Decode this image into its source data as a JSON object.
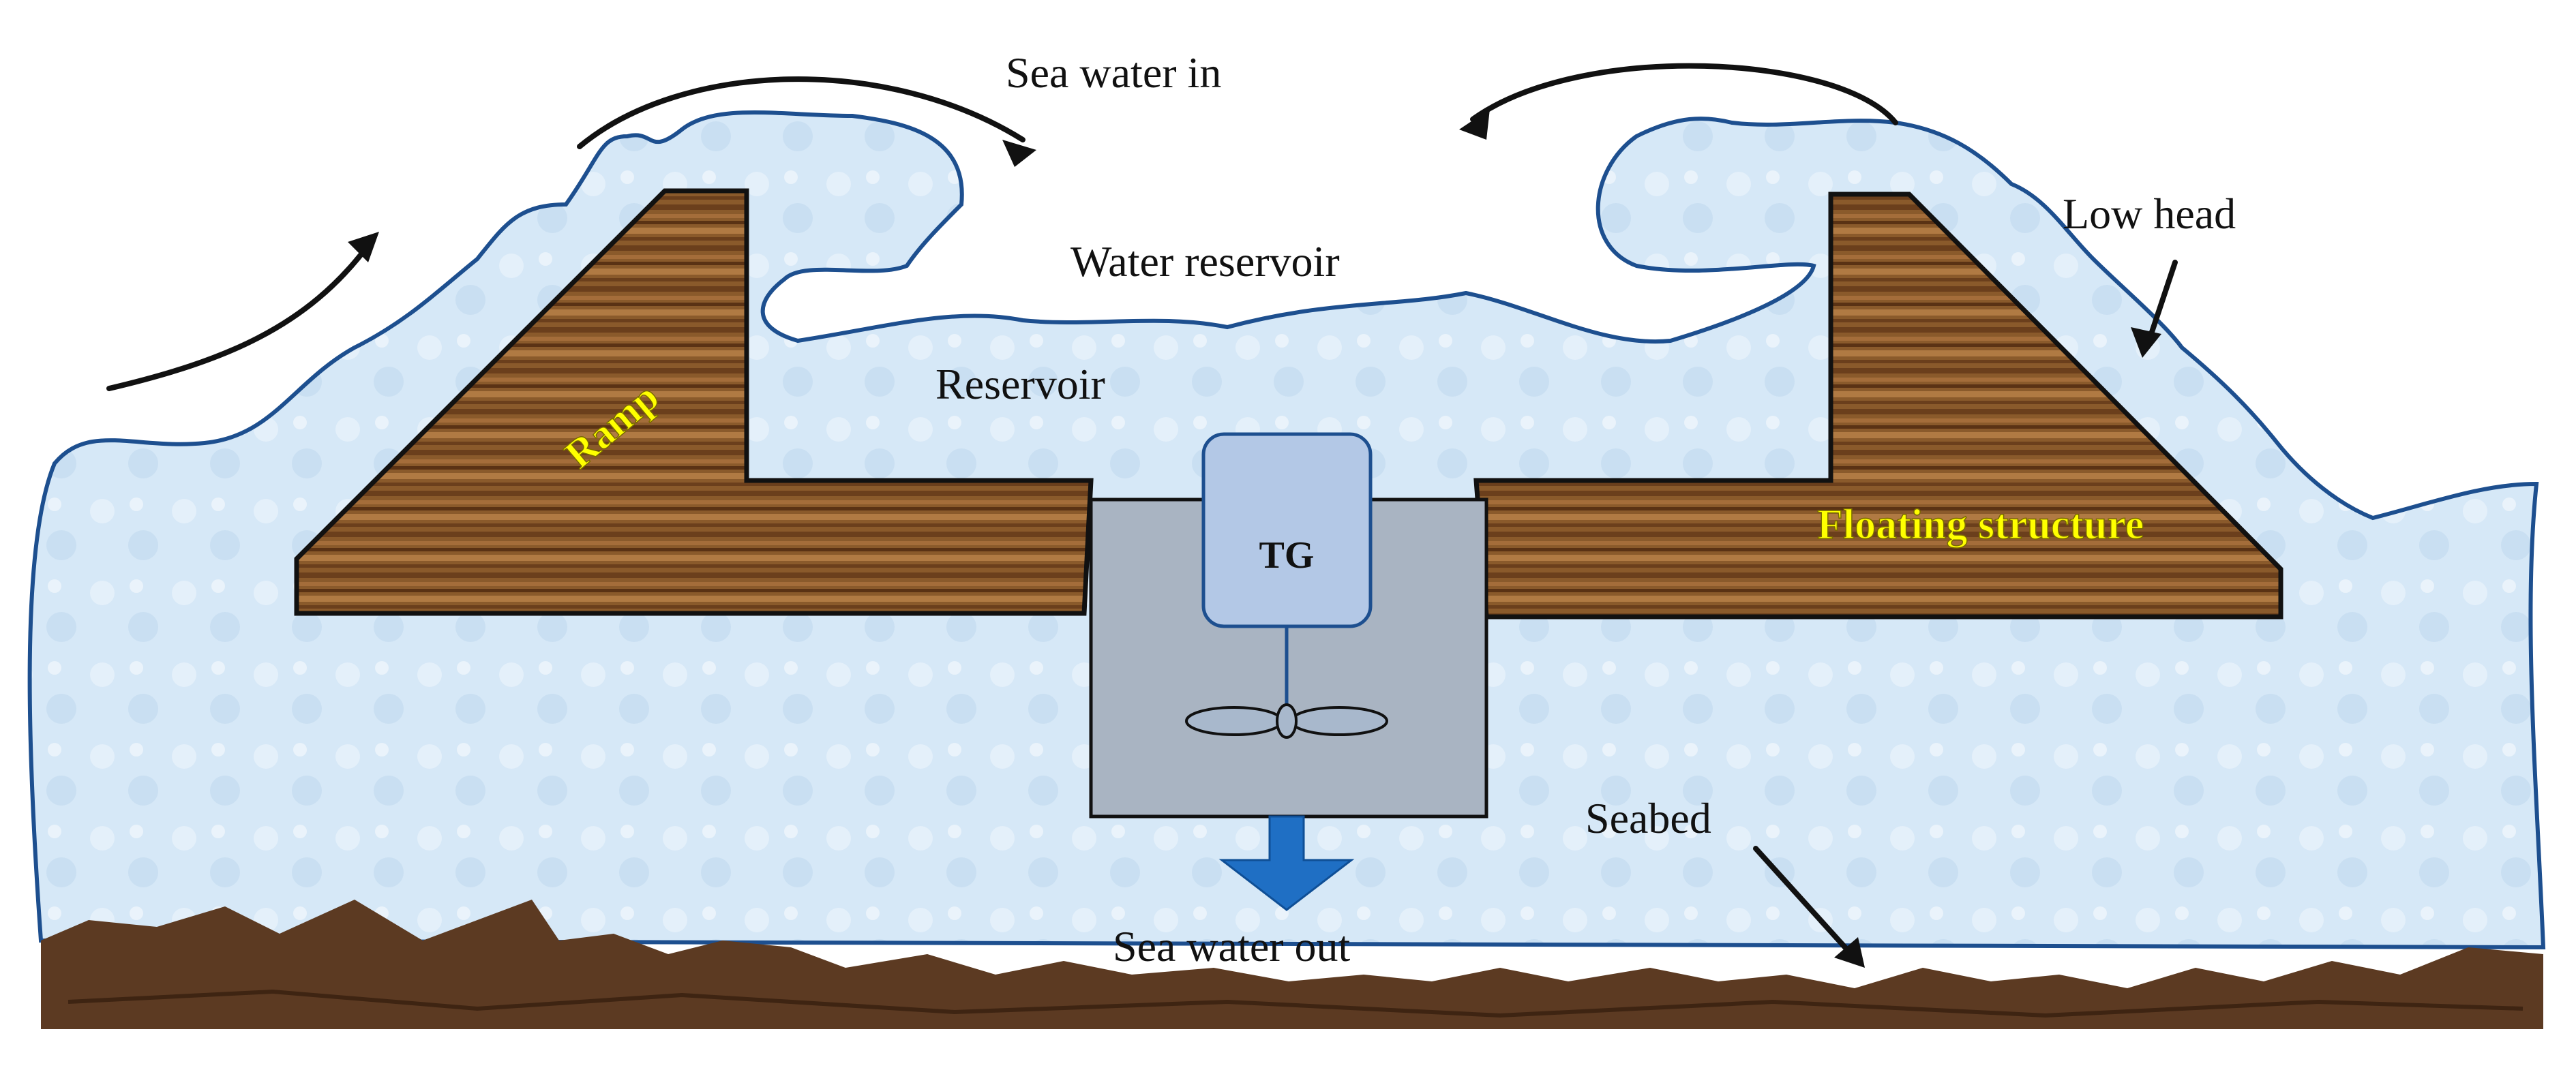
{
  "labels": {
    "sea_water_in": "Sea water in",
    "water_reservoir": "Water reservoir",
    "reservoir": "Reservoir",
    "low_head": "Low head",
    "ramp": "Ramp",
    "floating_structure": "Floating structure",
    "tg": "TG",
    "seabed": "Seabed",
    "sea_water_out": "Sea water out"
  },
  "colors": {
    "water_fill": "#d6e8f7",
    "water_outline": "#1d4f8f",
    "wood_base": "#8a5a2b",
    "wood_dark": "#6b3f1c",
    "wood_light": "#b07a43",
    "seabed": "#5c3a22",
    "turbine_housing": "#a9b4c2",
    "generator": "#b3c8e6",
    "blade": "#a8b8cc",
    "outflow_arrow": "#1f6fc4",
    "label_yellow": "#ffff00"
  },
  "icons": {
    "generator": "generator-box",
    "turbine": "propeller-blades",
    "outflow": "down-arrow"
  }
}
